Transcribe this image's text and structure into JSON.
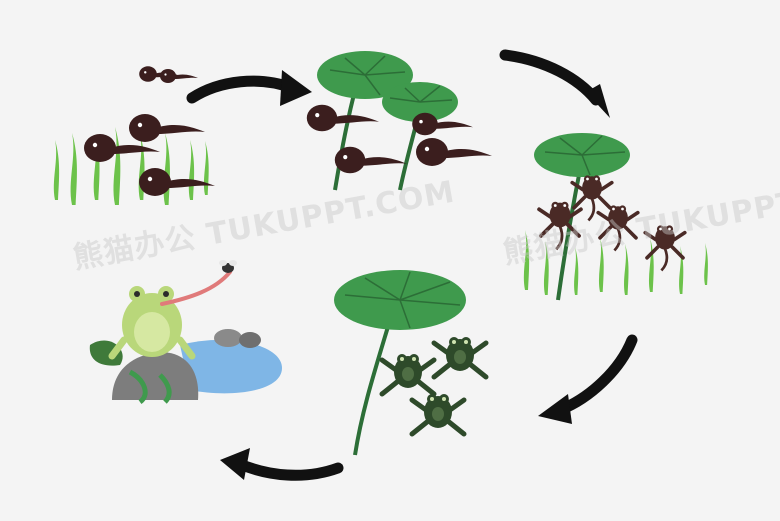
{
  "watermarks": [
    "熊猫办公 TUKUPPT.COM",
    "熊猫办公 TUKUPPT.COM"
  ],
  "colors": {
    "background": "#f4f4f4",
    "arrow": "#111111",
    "lotus_leaf": "#3f9a4d",
    "lotus_leaf_dark": "#2c6e37",
    "grass": "#6cc24a",
    "tadpole": "#3b1e1e",
    "froglet": "#4a2a26",
    "young_frog": "#2e4a2a",
    "adult_frog": "#b9d77a",
    "pond": "#7fb6e6",
    "rock": "#7d7d7d",
    "tongue": "#e07a7a"
  },
  "stages": [
    {
      "id": "eggs-tadpoles",
      "icon": "tadpoles-in-grass-icon"
    },
    {
      "id": "tadpoles",
      "icon": "tadpoles-under-lotus-icon"
    },
    {
      "id": "froglets",
      "icon": "froglets-under-lotus-icon"
    },
    {
      "id": "young-frogs",
      "icon": "young-frogs-under-lotus-icon"
    },
    {
      "id": "adult-frog",
      "icon": "frog-on-rock-catching-fly-icon"
    }
  ]
}
